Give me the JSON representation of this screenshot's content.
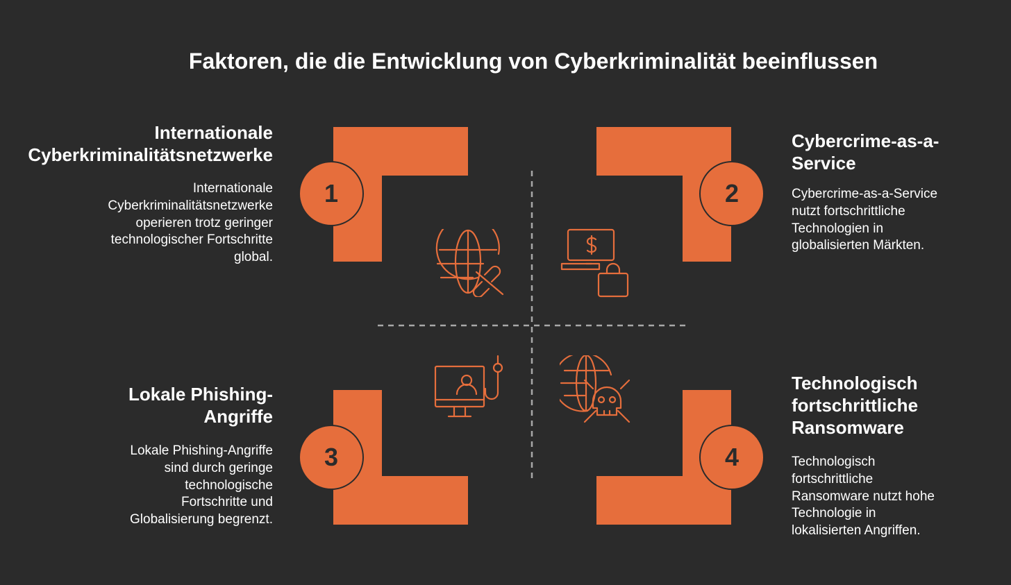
{
  "title": "Faktoren, die die Entwicklung von Cyberkriminalität beeinflussen",
  "colors": {
    "background": "#2b2b2b",
    "accent": "#e66e3c",
    "text": "#ffffff",
    "divider": "#a8a8a8"
  },
  "quadrants": [
    {
      "number": "1",
      "heading_lines": [
        "Internationale",
        "Cyberkriminalitätsnetzwerke"
      ],
      "description_lines": [
        "Internationale",
        "Cyberkriminalitätsnetzwerke",
        "operieren trotz geringer",
        "technologischer Fortschritte",
        "global."
      ],
      "icon": "globe-broken-link-icon"
    },
    {
      "number": "2",
      "heading_lines": [
        "Cybercrime-as-a-",
        "Service"
      ],
      "description_lines": [
        "Cybercrime-as-a-Service",
        "nutzt fortschrittliche",
        "Technologien in",
        "globalisierten Märkten."
      ],
      "icon": "laptop-dollar-shopping-bag-icon"
    },
    {
      "number": "3",
      "heading_lines": [
        "Lokale Phishing-",
        "Angriffe"
      ],
      "description_lines": [
        "Lokale Phishing-Angriffe",
        "sind durch geringe",
        "technologische",
        "Fortschritte und",
        "Globalisierung begrenzt."
      ],
      "icon": "monitor-user-hook-icon"
    },
    {
      "number": "4",
      "heading_lines": [
        "Technologisch",
        "fortschrittliche",
        "Ransomware"
      ],
      "description_lines": [
        "Technologisch",
        "fortschrittliche",
        "Ransomware nutzt hohe",
        "Technologie in",
        "lokalisierten Angriffen."
      ],
      "icon": "globe-skull-icon"
    }
  ]
}
